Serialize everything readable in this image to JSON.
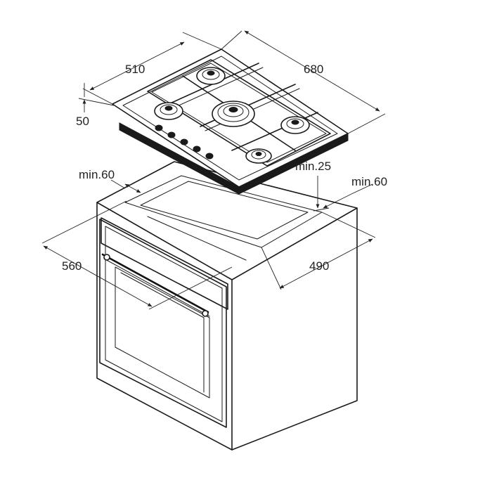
{
  "dimensions": {
    "hob_depth": "510",
    "hob_width": "680",
    "hob_height": "50",
    "side_clearance_left": "min.60",
    "front_clearance": "min.25",
    "side_clearance_right": "min.60",
    "cutout_width": "560",
    "cutout_depth": "490"
  }
}
